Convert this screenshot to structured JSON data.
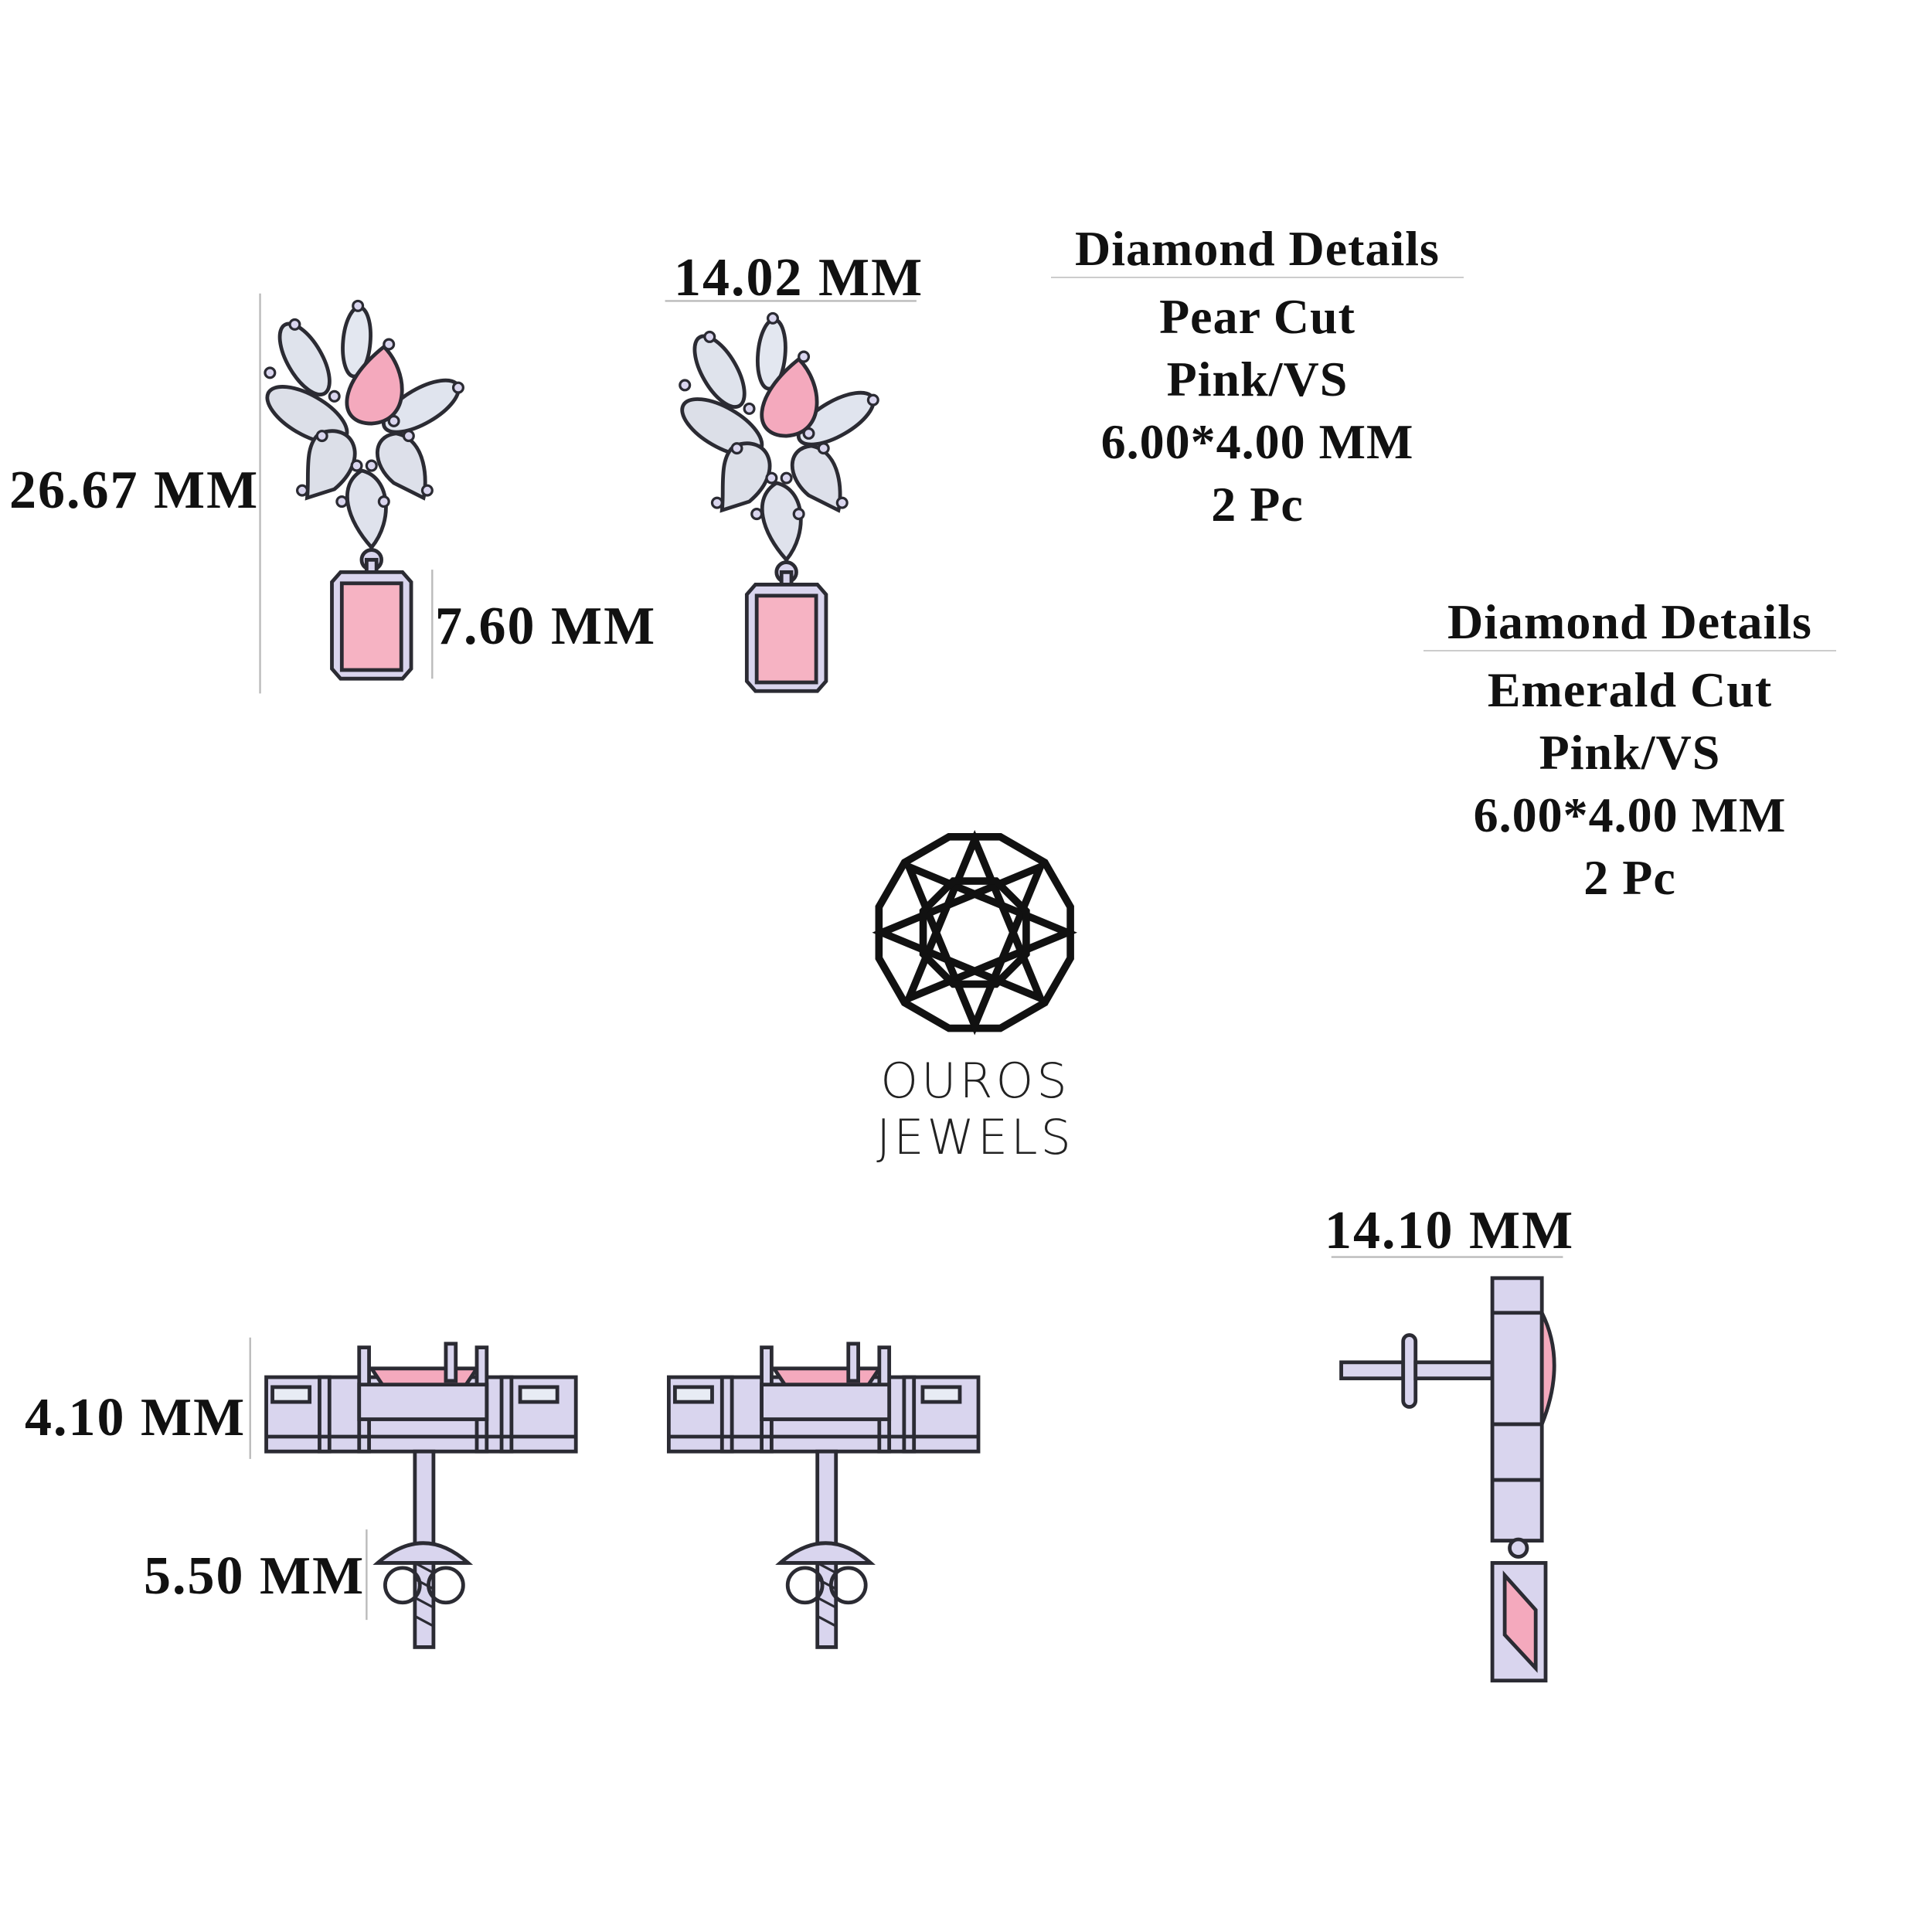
{
  "dimensions": {
    "total_length": "26.67 MM",
    "front_width": "14.02 MM",
    "drop_length": "7.60 MM",
    "side_width": "14.10 MM",
    "profile_height": "4.10 MM",
    "back_nut": "5.50 MM"
  },
  "details": [
    {
      "heading": "Diamond Details",
      "cut": "Pear Cut",
      "color_clarity": "Pink/VS",
      "size": "6.00*4.00 MM",
      "quantity": "2 Pc"
    },
    {
      "heading": "Diamond Details",
      "cut": "Emerald Cut",
      "color_clarity": "Pink/VS",
      "size": "6.00*4.00 MM",
      "quantity": "2 Pc"
    }
  ],
  "brand": {
    "name": "OUROS JEWELS"
  },
  "colors": {
    "pink_stone": "#f4a9bd",
    "white_stone": "#dfe3ec",
    "metal": "#d9d5ee",
    "outline": "#2b2b33"
  }
}
